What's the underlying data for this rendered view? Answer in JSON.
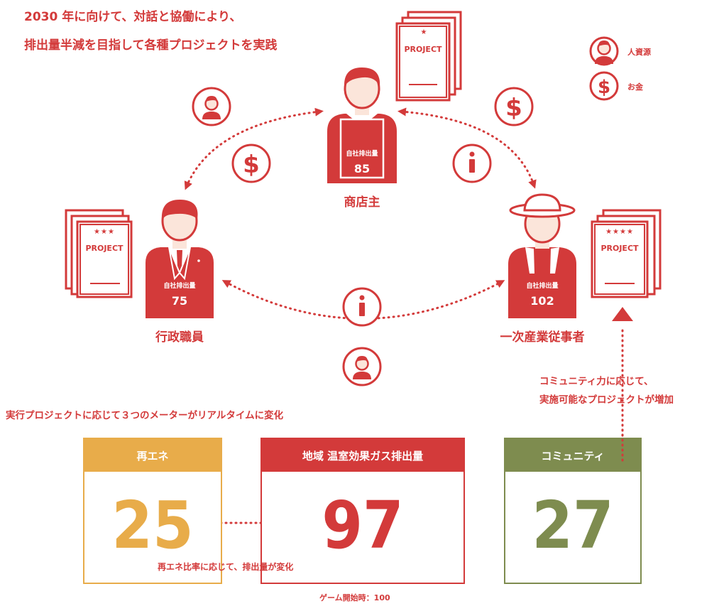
{
  "title": {
    "line1": "2030 年に向けて、対話と協働により、",
    "line2": "排出量半減を目指して各種プロジェクトを実践"
  },
  "legend": {
    "human_resources": "人資源",
    "money": "お金"
  },
  "project_label": "PROJECT",
  "roles": {
    "shopkeeper": {
      "name": "商店主",
      "badge": "自社排出量",
      "value": "85",
      "stars": 1
    },
    "official": {
      "name": "行政職員",
      "badge": "自社排出量",
      "value": "75",
      "stars": 3
    },
    "farmer": {
      "name": "一次産業従事者",
      "badge": "自社排出量",
      "value": "102",
      "stars": 4
    }
  },
  "captions": {
    "community_note_line1": "コミュニティ力に応じて、",
    "community_note_line2": "実施可能なプロジェクトが増加",
    "meters_note": "実行プロジェクトに応じて３つのメーターがリアルタイムに変化",
    "renewable_note": "再エネ比率に応じて、排出量が変化",
    "game_start": "ゲーム開始時：100"
  },
  "meters": {
    "renewable": {
      "label": "再エネ",
      "value": "25",
      "color": "#e8ac4a"
    },
    "emissions": {
      "label": "地域  温室効果ガス排出量",
      "value": "97",
      "color": "#d33a3a"
    },
    "community": {
      "label": "コミュニティ",
      "value": "27",
      "color": "#7e8c4f"
    }
  },
  "colors": {
    "red": "#d33a3a",
    "skin": "#fbe5da",
    "hair": "#d33a3a"
  }
}
